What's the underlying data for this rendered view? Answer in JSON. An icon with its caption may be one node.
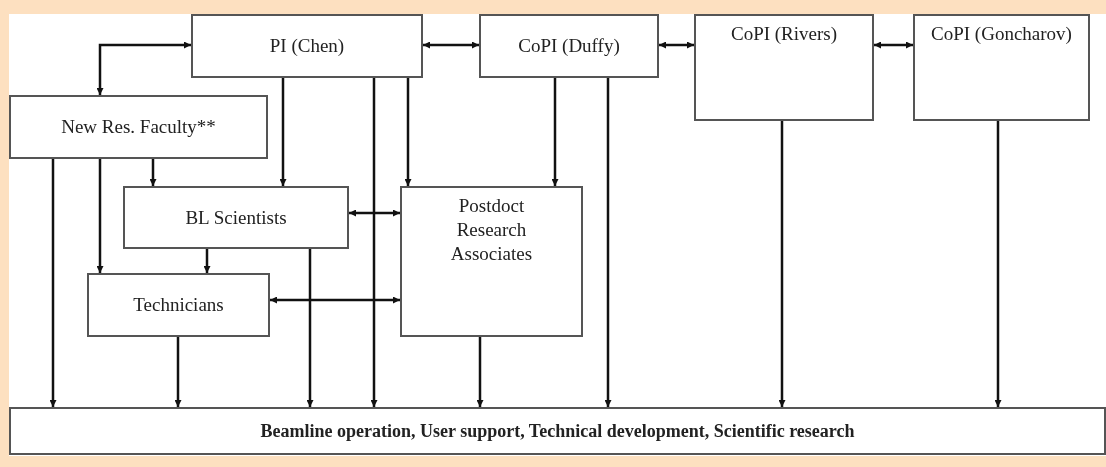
{
  "diagram": {
    "nodes": [
      {
        "text": [
          "PI (Chen)"
        ]
      },
      {
        "text": [
          "CoPI (Duffy)"
        ]
      },
      {
        "text": [
          "CoPI (Rivers)"
        ]
      },
      {
        "text": [
          "CoPI (Goncharov)"
        ]
      },
      {
        "text": [
          "New Res. Faculty**"
        ]
      },
      {
        "text": [
          "BL Scientists"
        ]
      },
      {
        "text": [
          "Postdoct Research Associates"
        ]
      },
      {
        "text": [
          "Technicians"
        ]
      },
      {
        "text": [
          "Beamline operation, User support, Technical development, Scientific research"
        ]
      }
    ],
    "edges": [
      {
        "from": 0,
        "to": 4,
        "arrow": "both"
      },
      {
        "from": 0,
        "to": 1,
        "arrow": "both"
      },
      {
        "from": 1,
        "to": 2,
        "arrow": "both"
      },
      {
        "from": 2,
        "to": 3,
        "arrow": "both"
      },
      {
        "from": 0,
        "to": 5,
        "arrow": "to"
      },
      {
        "from": 0,
        "to": 8,
        "arrow": "to"
      },
      {
        "from": 0,
        "to": 6,
        "arrow": "to"
      },
      {
        "from": 1,
        "to": 6,
        "arrow": "to"
      },
      {
        "from": 1,
        "to": 8,
        "arrow": "to"
      },
      {
        "from": 2,
        "to": 8,
        "arrow": "to"
      },
      {
        "from": 3,
        "to": 8,
        "arrow": "to"
      },
      {
        "from": 4,
        "to": 8,
        "arrow": "to"
      },
      {
        "from": 4,
        "to": 7,
        "arrow": "to"
      },
      {
        "from": 4,
        "to": 5,
        "arrow": "to"
      },
      {
        "from": 5,
        "to": 6,
        "arrow": "both"
      },
      {
        "from": 5,
        "to": 7,
        "arrow": "to"
      },
      {
        "from": 5,
        "to": 8,
        "arrow": "to"
      },
      {
        "from": 7,
        "to": 6,
        "arrow": "both"
      },
      {
        "from": 7,
        "to": 8,
        "arrow": "to"
      },
      {
        "from": 6,
        "to": 8,
        "arrow": "to"
      }
    ]
  }
}
